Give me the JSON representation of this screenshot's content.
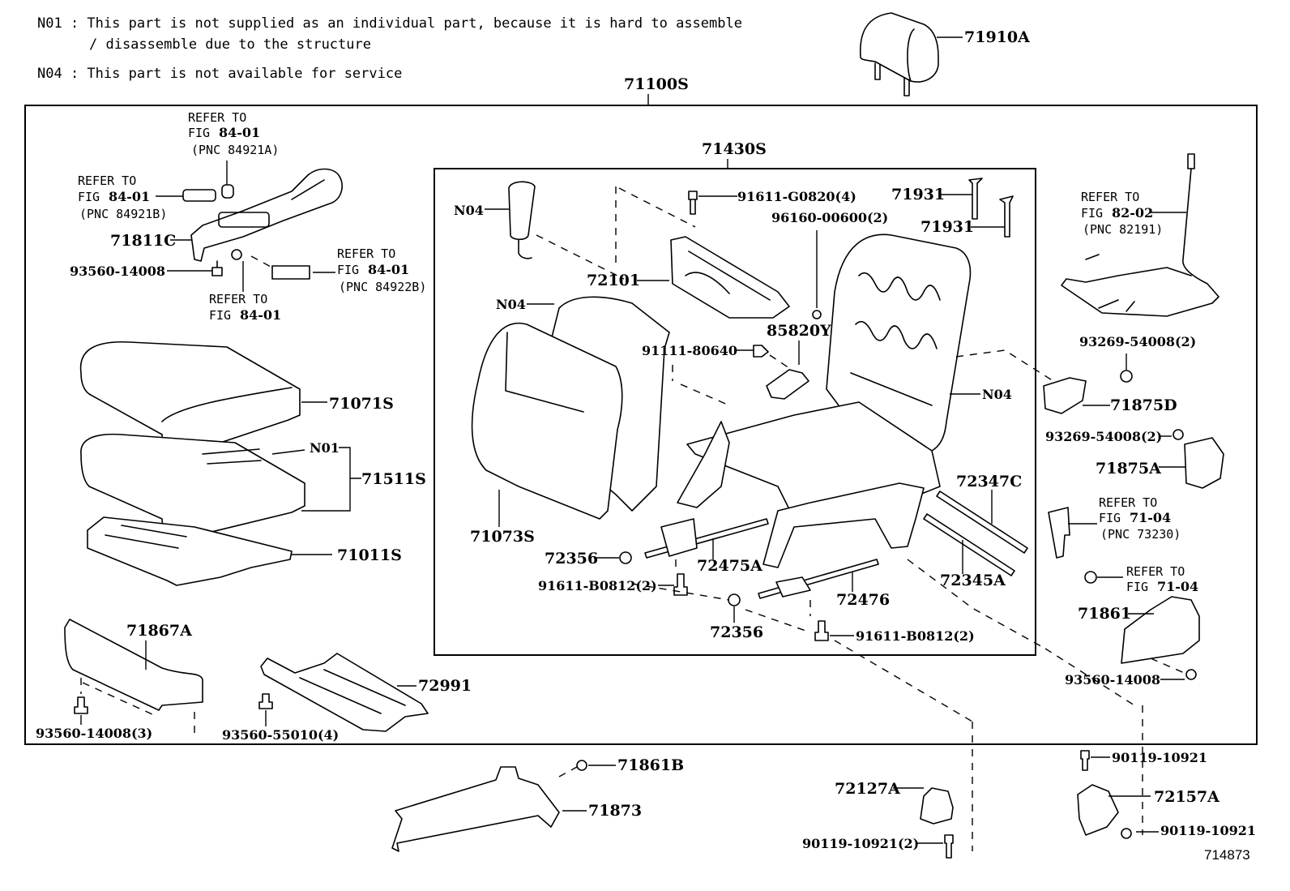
{
  "notes": {
    "n01_line1": "N01 : This part is not supplied as an individual part, because it is hard to assemble",
    "n01_line2": "/ disassemble  due to the structure",
    "n04": "N04 : This part is not available for service"
  },
  "figure_id": "714873",
  "assembly_labels": {
    "seat_assembly": "71100S",
    "seatback_frame_assembly": "71430S"
  },
  "refer_to": {
    "line1": "REFER TO",
    "fig_prefix": "FIG",
    "items": [
      {
        "fig": "84-01",
        "pnc": "(PNC 84921A)"
      },
      {
        "fig": "84-01",
        "pnc": "(PNC 84921B)"
      },
      {
        "fig": "84-01",
        "pnc": "(PNC 84922B)"
      },
      {
        "fig": "84-01",
        "pnc": ""
      },
      {
        "fig": "82-02",
        "pnc": "(PNC 82191)"
      },
      {
        "fig": "71-04",
        "pnc": "(PNC 73230)"
      },
      {
        "fig": "71-04",
        "pnc": ""
      }
    ]
  },
  "parts": {
    "p71910A": "71910A",
    "p71811C": "71811C",
    "p93560_14008_a": "93560-14008",
    "p71071S": "71071S",
    "pN01": "N01",
    "p71511S": "71511S",
    "p71011S": "71011S",
    "p71867A": "71867A",
    "p93560_14008_3": "93560-14008(3)",
    "p72991": "72991",
    "p93560_55010_4": "93560-55010(4)",
    "pN04_a": "N04",
    "pN04_b": "N04",
    "pN04_c": "N04",
    "p91611_G0820_4": "91611-G0820(4)",
    "p71931_a": "71931",
    "p71931_b": "71931",
    "p96160_00600_2": "96160-00600(2)",
    "p72101": "72101",
    "p85820Y": "85820Y",
    "p91111_80640": "91111-80640",
    "p71073S": "71073S",
    "p72347C": "72347C",
    "p72356_a": "72356",
    "p72475A": "72475A",
    "p91611_B0812_2a": "91611-B0812(2)",
    "p72476": "72476",
    "p72345A": "72345A",
    "p72356_b": "72356",
    "p91611_B0812_2b": "91611-B0812(2)",
    "p93269_54008_2a": "93269-54008(2)",
    "p71875D": "71875D",
    "p93269_54008_2b": "93269-54008(2)",
    "p71875A": "71875A",
    "p71861": "71861",
    "p93560_14008_b": "93560-14008",
    "p71861B": "71861B",
    "p71873": "71873",
    "p72127A": "72127A",
    "p90119_10921_2": "90119-10921(2)",
    "p90119_10921_a": "90119-10921",
    "p72157A": "72157A",
    "p90119_10921_b": "90119-10921"
  }
}
